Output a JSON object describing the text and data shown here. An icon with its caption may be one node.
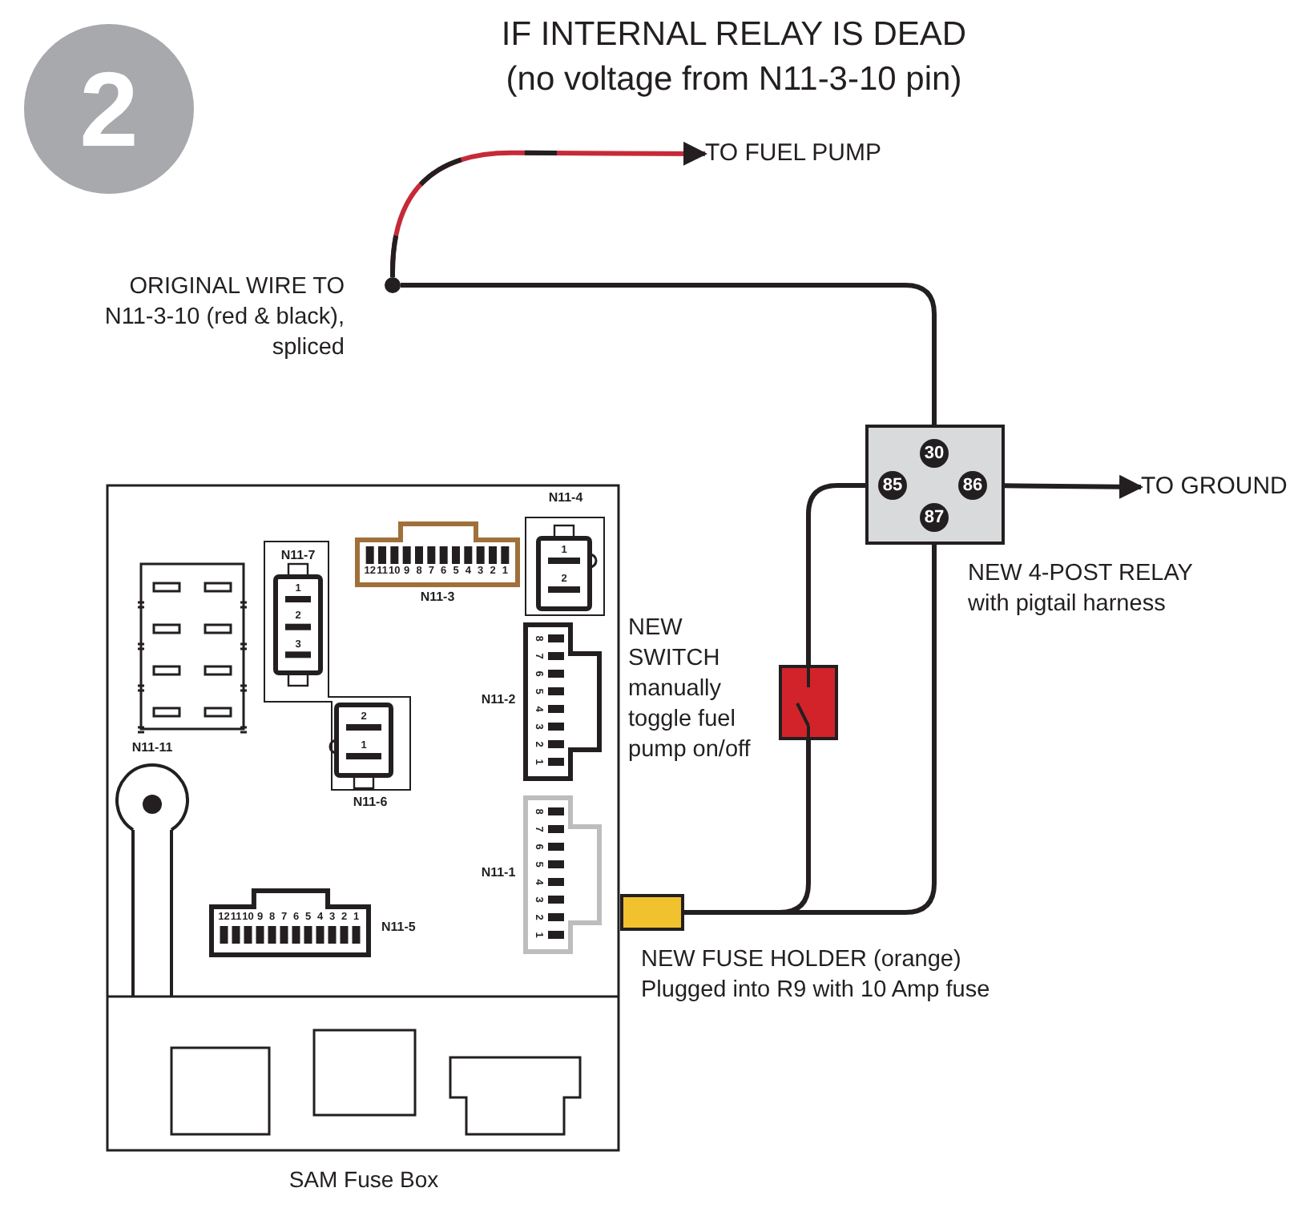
{
  "diagram": {
    "title": "IF INTERNAL RELAY IS DEAD (no voltage from N11-3-10 pin)",
    "nodes": [
      {
        "text": [
          "2"
        ]
      },
      {
        "text": [],
        "shape": "circle",
        "beside": [
          "ORIGINAL WIRE TO N11-3-10 (red & black), spliced"
        ]
      },
      {
        "text": [
          "TO FUEL PUMP"
        ]
      },
      {
        "text": [],
        "shape": "box",
        "beside": [
          "NEW 4-POST RELAY with pigtail harness"
        ]
      },
      {
        "text": [
          "30"
        ],
        "in": 3
      },
      {
        "text": [
          "85"
        ],
        "in": 3
      },
      {
        "text": [
          "86"
        ],
        "in": 3
      },
      {
        "text": [
          "87"
        ],
        "in": 3
      },
      {
        "text": [
          "TO GROUND"
        ]
      },
      {
        "text": [
          "SAM Fuse Box"
        ]
      },
      {
        "text": [
          "N11-4",
          "1",
          "2"
        ],
        "in": 9
      },
      {
        "text": [
          "12",
          "11",
          "10",
          "9",
          "8",
          "7",
          "6",
          "5",
          "4",
          "3",
          "2",
          "1",
          "N11-3"
        ],
        "in": 9
      },
      {
        "text": [
          "N11-7",
          "1",
          "2",
          "3"
        ],
        "in": 9
      },
      {
        "text": [
          "N11-2",
          "8",
          "7",
          "6",
          "5",
          "4",
          "3",
          "2",
          "1"
        ],
        "in": 9
      },
      {
        "text": [
          "2",
          "1",
          "N11-6"
        ],
        "in": 9
      },
      {
        "text": [
          "N11-11"
        ],
        "in": 9
      },
      {
        "text": [
          "N11-1",
          "8",
          "7",
          "6",
          "5",
          "4",
          "3",
          "2",
          "1"
        ],
        "in": 9
      },
      {
        "text": [
          "N11-5",
          "12",
          "11",
          "10",
          "9",
          "8",
          "7",
          "6",
          "5",
          "4",
          "3",
          "2",
          "1"
        ],
        "in": 9
      },
      {
        "text": [],
        "shape": "box",
        "beside": [
          "NEW SWITCH manually toggle fuel pump on/off"
        ]
      },
      {
        "text": [],
        "shape": "box",
        "beside": [
          "NEW FUSE HOLDER (orange) Plugged into R9 with 10 Amp fuse"
        ]
      }
    ],
    "edges": [
      {
        "from": 1,
        "to": 2,
        "arrow": "to",
        "color": "#c62a38"
      },
      {
        "from": 1,
        "to": 4,
        "arrow": "none"
      },
      {
        "from": 5,
        "to": 18,
        "arrow": "none"
      },
      {
        "from": 18,
        "to": 19,
        "arrow": "none"
      },
      {
        "from": 7,
        "to": 19,
        "arrow": "none"
      },
      {
        "from": 6,
        "to": 8,
        "arrow": "to"
      }
    ]
  }
}
